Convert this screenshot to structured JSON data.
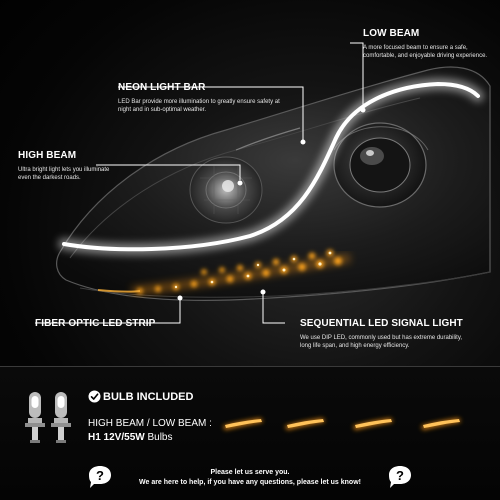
{
  "callouts": {
    "low_beam": {
      "title": "LOW BEAM",
      "desc": "A more focused beam to ensure a safe, comfortable, and enjoyable driving experience."
    },
    "neon_bar": {
      "title": "NEON LIGHT BAR",
      "desc": "LED Bar provide more illumination to greatly ensure safety at night and in sub-optimal weather."
    },
    "high_beam": {
      "title": "HIGH BEAM",
      "desc": "Ultra bright light lets you illuminate even the darkest roads."
    },
    "fiber": {
      "title": "FIBER OPTIC LED STRIP"
    },
    "sequential": {
      "title": "SEQUENTIAL LED SIGNAL LIGHT",
      "desc": "We use DIP LED, commonly used but has extreme durability, long life span, and high energy efficiency."
    }
  },
  "bulb": {
    "title": "BULB INCLUDED",
    "beam_line": "HIGH BEAM / LOW BEAM :",
    "spec_bold": "H1 12V/55W",
    "spec_rest": " Bulbs"
  },
  "service": {
    "line1": "Please let us serve you.",
    "line2": "We are here to help, if you have any questions, please let us know!"
  },
  "colors": {
    "background": "#000000",
    "amber": "#ffa41c",
    "neon": "#ffffff"
  },
  "icons": [
    "checkmark-icon",
    "halogen-bulb-icon",
    "question-bubble-icon",
    "amber-signal-icon"
  ]
}
